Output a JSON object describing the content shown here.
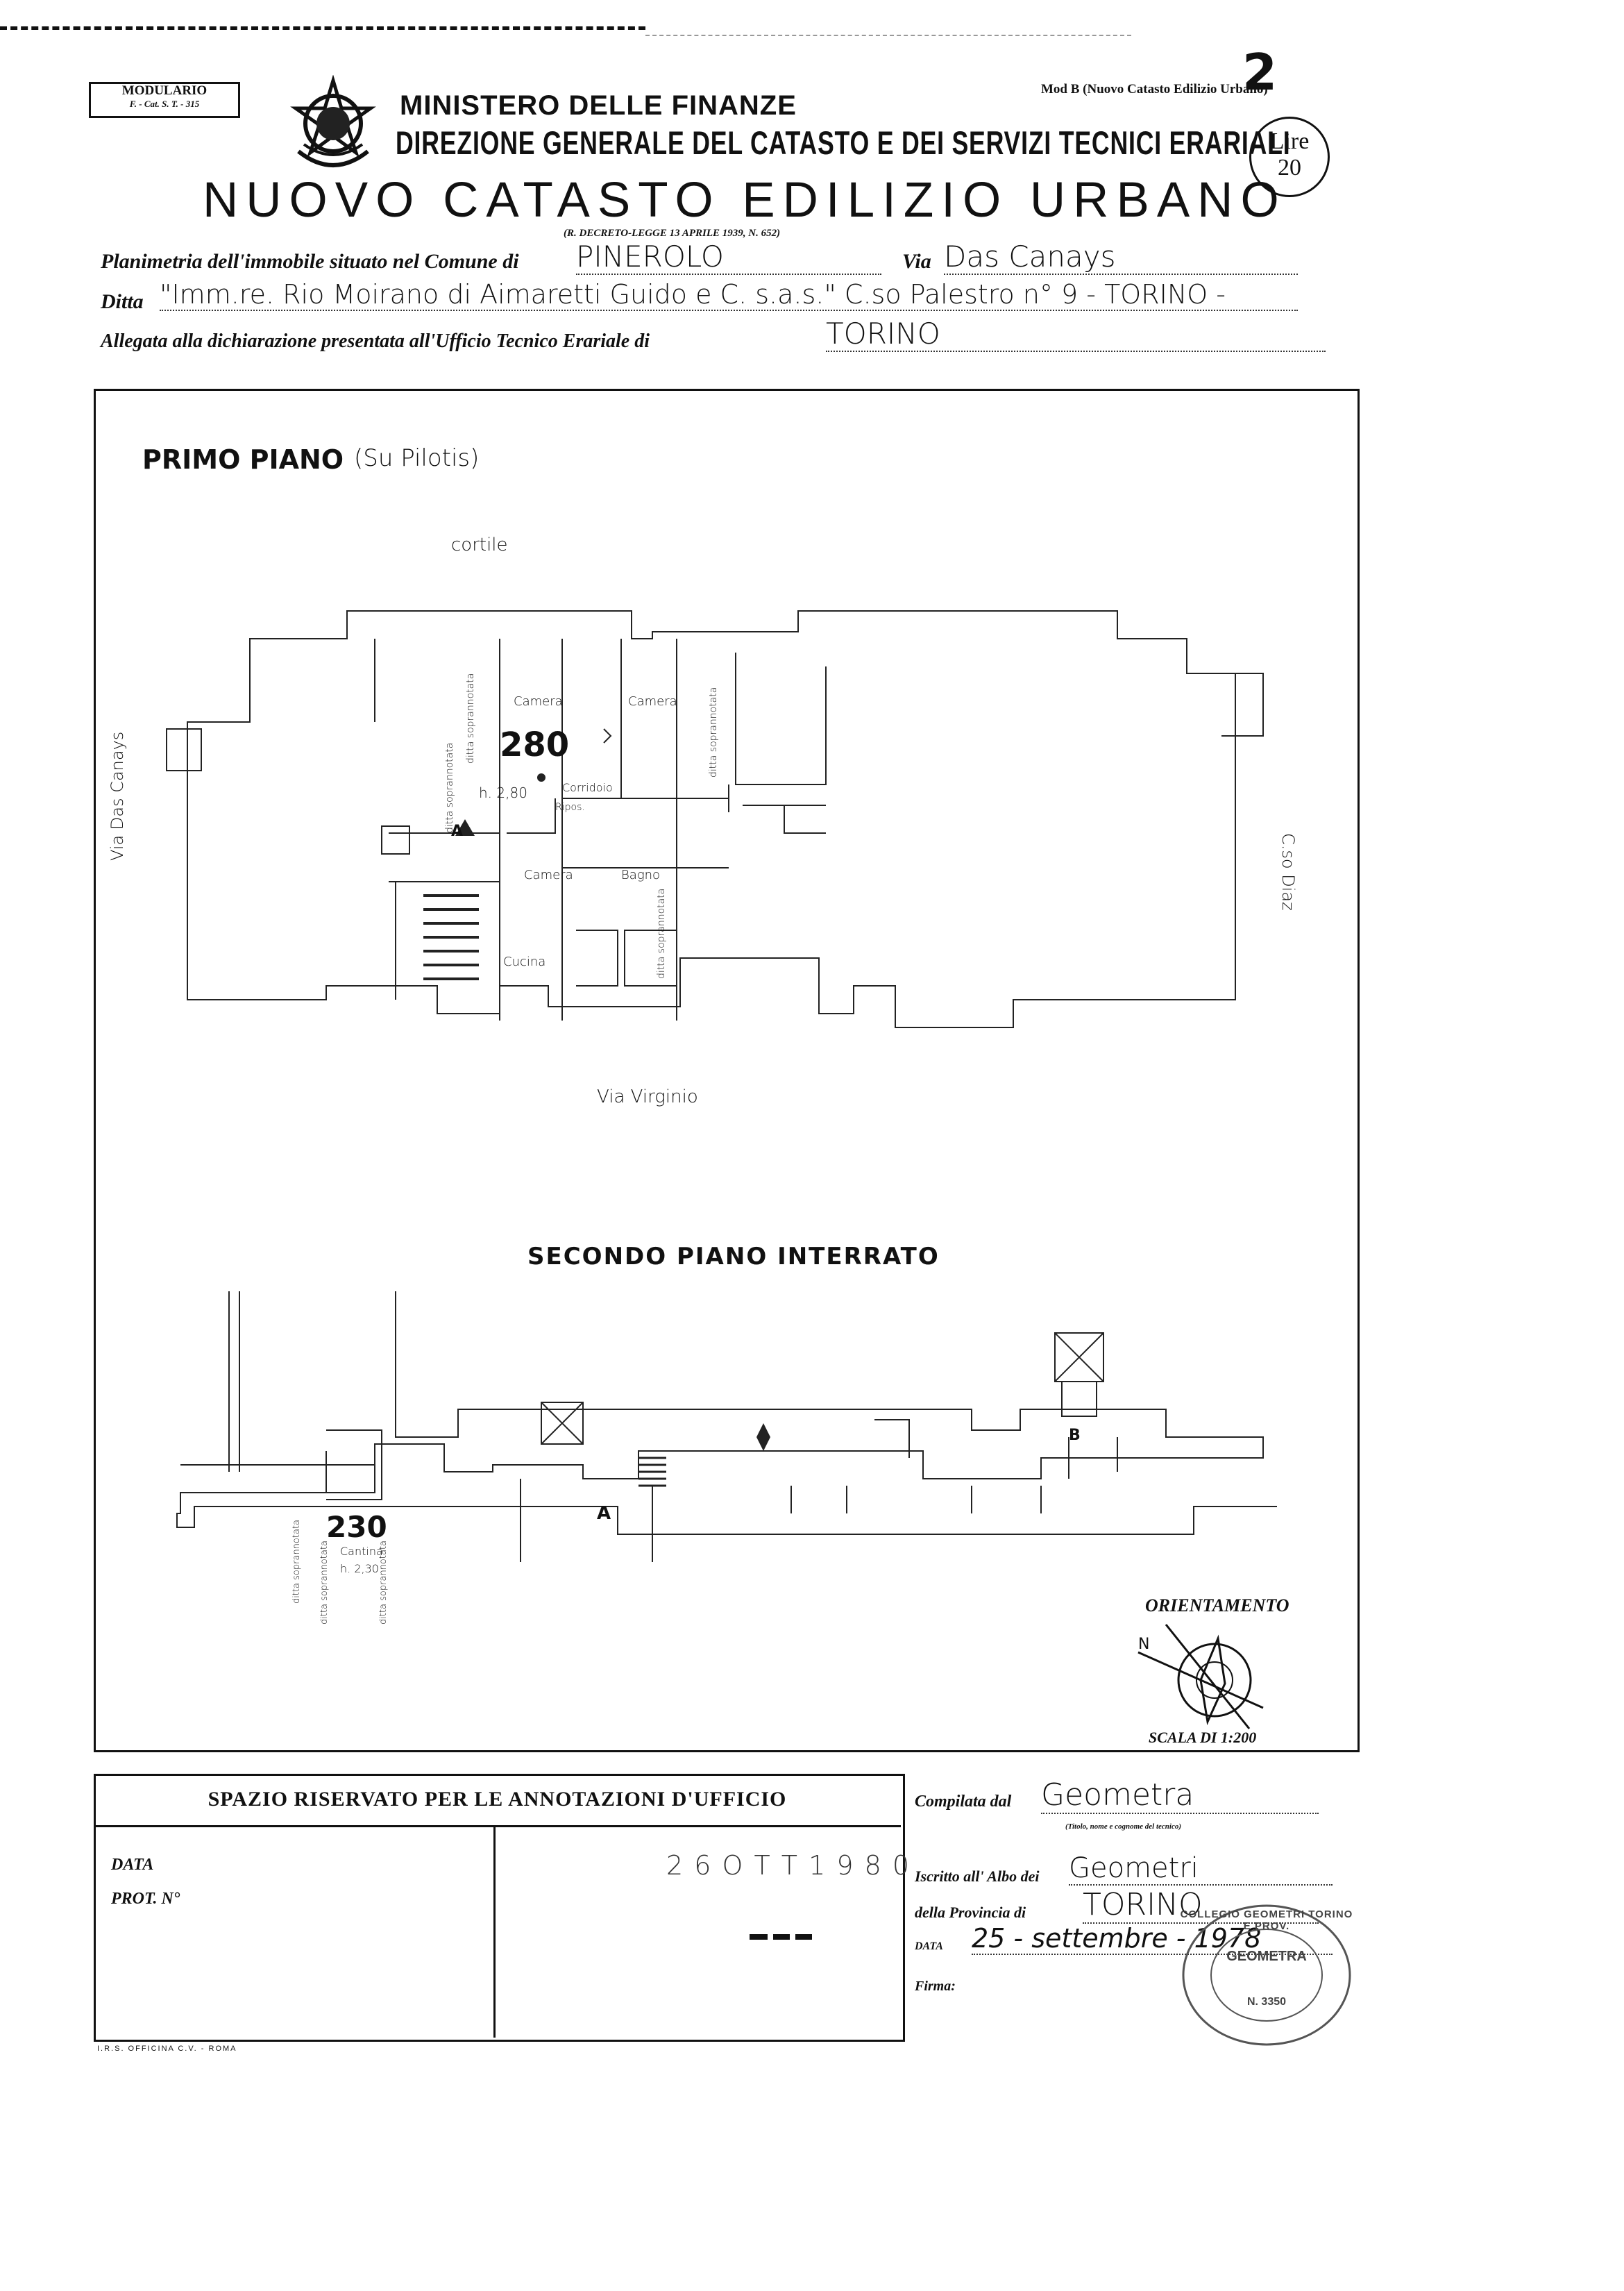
{
  "header": {
    "modulario_line1": "MODULARIO",
    "modulario_line2": "F. - Cat. S. T. - 315",
    "ministry": "MINISTERO DELLE FINANZE",
    "directorate": "DIREZIONE GENERALE DEL CATASTO E DEI SERVIZI TECNICI ERARIALI",
    "title": "NUOVO CATASTO EDILIZIO URBANO",
    "decree": "(R. DECRETO-LEGGE 13 APRILE 1939, N. 652)",
    "model": "Mod B (Nuovo Catasto Edilizio Urbano)",
    "doc_number": "2",
    "stamp_line1": "Lire",
    "stamp_line2": "20"
  },
  "form": {
    "planimetria_label": "Planimetria dell'immobile situato nel Comune di",
    "comune": "PINEROLO",
    "via_label": "Via",
    "via": "Das Canays",
    "ditta_label": "Ditta",
    "ditta": "\"Imm.re. Rio Moirano di Aimaretti Guido e C. s.a.s.\" C.so Palestro n° 9 - TORINO -",
    "allegata_label": "Allegata alla dichiarazione presentata all'Ufficio Tecnico Erariale di",
    "ufficio": "TORINO"
  },
  "plan_upper": {
    "title": "PRIMO PIANO",
    "subtitle": "(Su Pilotis)",
    "cortile": "cortile",
    "via_left": "Via Das Canays",
    "via_right": "C.so Diaz",
    "via_bottom": "Via Virginio",
    "height_mark": "280",
    "height_label": "h. 2,80",
    "rooms": [
      "Camera",
      "Camera",
      "Corridoio",
      "Camera",
      "Bagno",
      "Cucina",
      "Ripos."
    ],
    "neighbor_labels": [
      "ditta soprannotata",
      "ditta soprannotata",
      "ditta soprannotata",
      "ditta soprannotata"
    ],
    "stair_a": "A"
  },
  "plan_lower": {
    "title": "SECONDO PIANO INTERRATO",
    "height_mark": "230",
    "room": "Cantina",
    "height_label": "h. 2,30",
    "neighbor_labels": [
      "ditta soprannotata",
      "ditta soprannotata",
      "ditta soprannotata"
    ],
    "stair_a": "A",
    "stair_b": "B"
  },
  "orientation": {
    "label": "ORIENTAMENTO",
    "scale": "SCALA DI 1:200"
  },
  "office": {
    "heading": "SPAZIO RISERVATO PER LE ANNOTAZIONI D'UFFICIO",
    "data_label": "DATA",
    "prot_label": "PROT. N°",
    "stamp_partial": "2 6 O T T 1 9 8 0"
  },
  "compiler": {
    "compilata_label": "Compilata dal",
    "compilata_value": "Geometra",
    "compilata_hint": "(Titolo, nome e cognome del tecnico)",
    "iscritto_label": "Iscritto all' Albo dei",
    "iscritto_value": "Geometri",
    "provincia_label": "della Provincia di",
    "provincia_value": "TORINO",
    "data_label": "DATA",
    "data_value": "25 - settembre - 1978",
    "firma_label": "Firma:",
    "seal_text": "COLLEGIO GEOMETRI TORINO E PROV.",
    "seal_inner": "GEOMETRA",
    "seal_number": "N. 3350"
  },
  "footer": {
    "printer": "I.R.S. OFFICINA C.V. - ROMA"
  }
}
